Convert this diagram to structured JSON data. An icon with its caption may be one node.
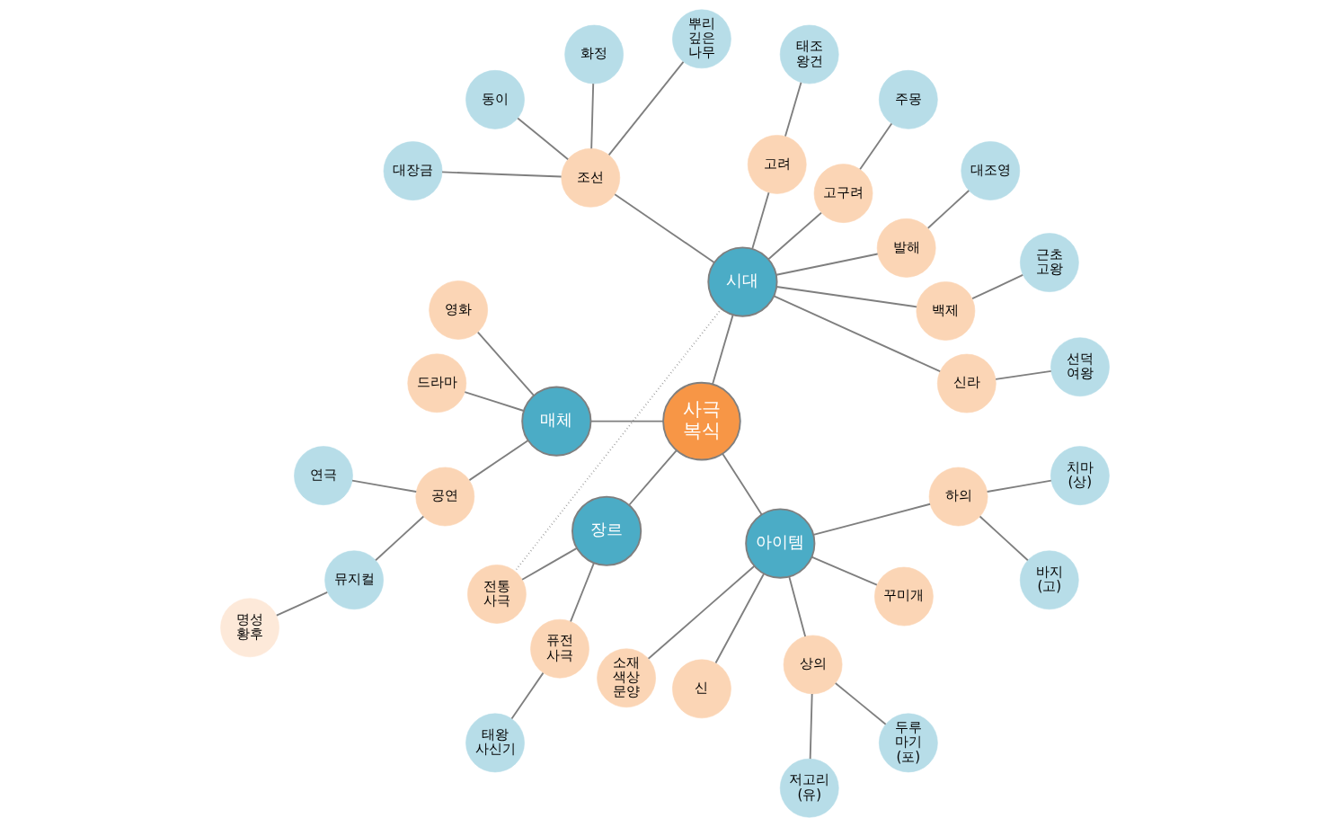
{
  "diagram": {
    "nodes": [
      {
        "text": [
          "사극 복식"
        ]
      },
      {
        "text": [
          "시대"
        ]
      },
      {
        "text": [
          "매체"
        ]
      },
      {
        "text": [
          "장르"
        ]
      },
      {
        "text": [
          "아이템"
        ]
      },
      {
        "text": [
          "선덕 여왕"
        ]
      },
      {
        "text": [
          "신라"
        ]
      },
      {
        "text": [
          "백제"
        ]
      },
      {
        "text": [
          "근초 고왕"
        ]
      },
      {
        "text": [
          "발해"
        ]
      },
      {
        "text": [
          "대조영"
        ]
      },
      {
        "text": [
          "고구려"
        ]
      },
      {
        "text": [
          "주몽"
        ]
      },
      {
        "text": [
          "고려"
        ]
      },
      {
        "text": [
          "태조 왕건"
        ]
      },
      {
        "text": [
          "조선"
        ]
      },
      {
        "text": [
          "뿌리 깊은 나무"
        ]
      },
      {
        "text": [
          "화정"
        ]
      },
      {
        "text": [
          "동이"
        ]
      },
      {
        "text": [
          "대장금"
        ]
      },
      {
        "text": [
          "영화"
        ]
      },
      {
        "text": [
          "드라마"
        ]
      },
      {
        "text": [
          "연극"
        ]
      },
      {
        "text": [
          "명성 황후"
        ]
      },
      {
        "text": [
          "공연"
        ]
      },
      {
        "text": [
          "뮤지컬"
        ]
      },
      {
        "text": [
          "소재 색상 문양"
        ]
      },
      {
        "text": [
          "저고리 (유)"
        ]
      },
      {
        "text": [
          "전통 사극"
        ]
      },
      {
        "text": [
          "신"
        ]
      },
      {
        "text": [
          "상의"
        ]
      },
      {
        "text": [
          "두루 마기 (포)"
        ]
      },
      {
        "text": [
          "꾸미개"
        ]
      },
      {
        "text": [
          "하의"
        ]
      },
      {
        "text": [
          "바지 (고)"
        ]
      },
      {
        "text": [
          "치마 (상)"
        ]
      },
      {
        "text": [
          "퓨전 사극"
        ]
      },
      {
        "text": [
          "태왕 사신기"
        ]
      }
    ],
    "edges": [
      {
        "from": 0,
        "to": 1,
        "arrow": "none"
      },
      {
        "from": 0,
        "to": 2,
        "arrow": "none"
      },
      {
        "from": 0,
        "to": 3,
        "arrow": "none"
      },
      {
        "from": 0,
        "to": 4,
        "arrow": "none"
      },
      {
        "from": 1,
        "to": 6,
        "arrow": "none"
      },
      {
        "from": 1,
        "to": 7,
        "arrow": "none"
      },
      {
        "from": 1,
        "to": 9,
        "arrow": "none"
      },
      {
        "from": 1,
        "to": 11,
        "arrow": "none"
      },
      {
        "from": 1,
        "to": 13,
        "arrow": "none"
      },
      {
        "from": 1,
        "to": 15,
        "arrow": "none"
      },
      {
        "from": 6,
        "to": 5,
        "arrow": "none"
      },
      {
        "from": 7,
        "to": 8,
        "arrow": "none"
      },
      {
        "from": 9,
        "to": 10,
        "arrow": "none"
      },
      {
        "from": 11,
        "to": 12,
        "arrow": "none"
      },
      {
        "from": 13,
        "to": 14,
        "arrow": "none"
      },
      {
        "from": 15,
        "to": 16,
        "arrow": "none"
      },
      {
        "from": 15,
        "to": 17,
        "arrow": "none"
      },
      {
        "from": 15,
        "to": 18,
        "arrow": "none"
      },
      {
        "from": 15,
        "to": 19,
        "arrow": "none"
      },
      {
        "from": 2,
        "to": 20,
        "arrow": "none"
      },
      {
        "from": 2,
        "to": 21,
        "arrow": "none"
      },
      {
        "from": 2,
        "to": 24,
        "arrow": "none"
      },
      {
        "from": 24,
        "to": 22,
        "arrow": "none"
      },
      {
        "from": 24,
        "to": 25,
        "arrow": "none"
      },
      {
        "from": 25,
        "to": 23,
        "arrow": "none"
      },
      {
        "from": 3,
        "to": 28,
        "arrow": "none"
      },
      {
        "from": 3,
        "to": 36,
        "arrow": "none"
      },
      {
        "from": 36,
        "to": 37,
        "arrow": "none"
      },
      {
        "from": 1,
        "to": 28,
        "arrow": "none",
        "style": "dashed"
      },
      {
        "from": 4,
        "to": 26,
        "arrow": "none"
      },
      {
        "from": 4,
        "to": 29,
        "arrow": "none"
      },
      {
        "from": 4,
        "to": 30,
        "arrow": "none"
      },
      {
        "from": 4,
        "to": 32,
        "arrow": "none"
      },
      {
        "from": 4,
        "to": 33,
        "arrow": "none"
      },
      {
        "from": 30,
        "to": 27,
        "arrow": "none"
      },
      {
        "from": 30,
        "to": 31,
        "arrow": "none"
      },
      {
        "from": 33,
        "to": 35,
        "arrow": "none"
      },
      {
        "from": 33,
        "to": 34,
        "arrow": "none"
      }
    ]
  }
}
